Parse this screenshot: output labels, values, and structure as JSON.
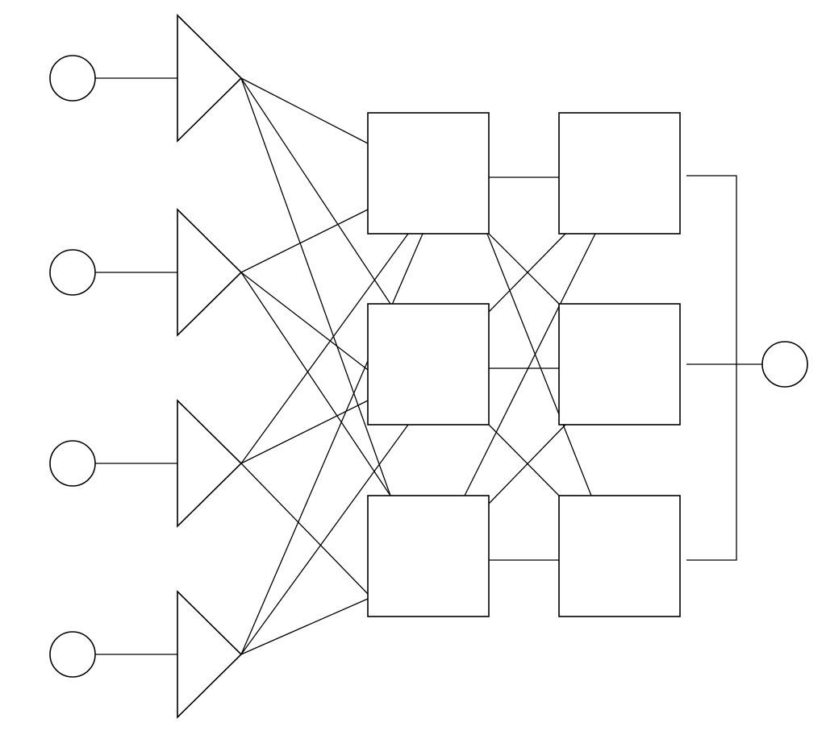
{
  "diagram": {
    "type": "network-schematic",
    "colors": {
      "stroke": "#000000",
      "background": "#ffffff"
    },
    "input_nodes": [
      {
        "id": "in1",
        "shape": "circle"
      },
      {
        "id": "in2",
        "shape": "circle"
      },
      {
        "id": "in3",
        "shape": "circle"
      },
      {
        "id": "in4",
        "shape": "circle"
      }
    ],
    "amplifiers": [
      {
        "id": "amp1",
        "shape": "triangle",
        "input": "in1"
      },
      {
        "id": "amp2",
        "shape": "triangle",
        "input": "in2"
      },
      {
        "id": "amp3",
        "shape": "triangle",
        "input": "in3"
      },
      {
        "id": "amp4",
        "shape": "triangle",
        "input": "in4"
      }
    ],
    "layer1_boxes": [
      {
        "id": "h1a",
        "shape": "rectangle"
      },
      {
        "id": "h1b",
        "shape": "rectangle"
      },
      {
        "id": "h1c",
        "shape": "rectangle"
      }
    ],
    "layer2_boxes": [
      {
        "id": "h2a",
        "shape": "rectangle"
      },
      {
        "id": "h2b",
        "shape": "rectangle"
      },
      {
        "id": "h2c",
        "shape": "rectangle"
      }
    ],
    "output_node": {
      "id": "out1",
      "shape": "circle"
    },
    "connections": [
      {
        "from": "amp1",
        "to": "h1a"
      },
      {
        "from": "amp1",
        "to": "h1b"
      },
      {
        "from": "amp1",
        "to": "h1c"
      },
      {
        "from": "amp2",
        "to": "h1a"
      },
      {
        "from": "amp2",
        "to": "h1b"
      },
      {
        "from": "amp2",
        "to": "h1c"
      },
      {
        "from": "amp3",
        "to": "h1a"
      },
      {
        "from": "amp3",
        "to": "h1b"
      },
      {
        "from": "amp3",
        "to": "h1c"
      },
      {
        "from": "amp4",
        "to": "h1a"
      },
      {
        "from": "amp4",
        "to": "h1b"
      },
      {
        "from": "amp4",
        "to": "h1c"
      },
      {
        "from": "h1a",
        "to": "h2a"
      },
      {
        "from": "h1a",
        "to": "h2b"
      },
      {
        "from": "h1a",
        "to": "h2c"
      },
      {
        "from": "h1b",
        "to": "h2a"
      },
      {
        "from": "h1b",
        "to": "h2b"
      },
      {
        "from": "h1b",
        "to": "h2c"
      },
      {
        "from": "h1c",
        "to": "h2a"
      },
      {
        "from": "h1c",
        "to": "h2b"
      },
      {
        "from": "h1c",
        "to": "h2c"
      },
      {
        "from": "h2a",
        "to": "out1"
      },
      {
        "from": "h2b",
        "to": "out1"
      },
      {
        "from": "h2c",
        "to": "out1"
      }
    ]
  }
}
